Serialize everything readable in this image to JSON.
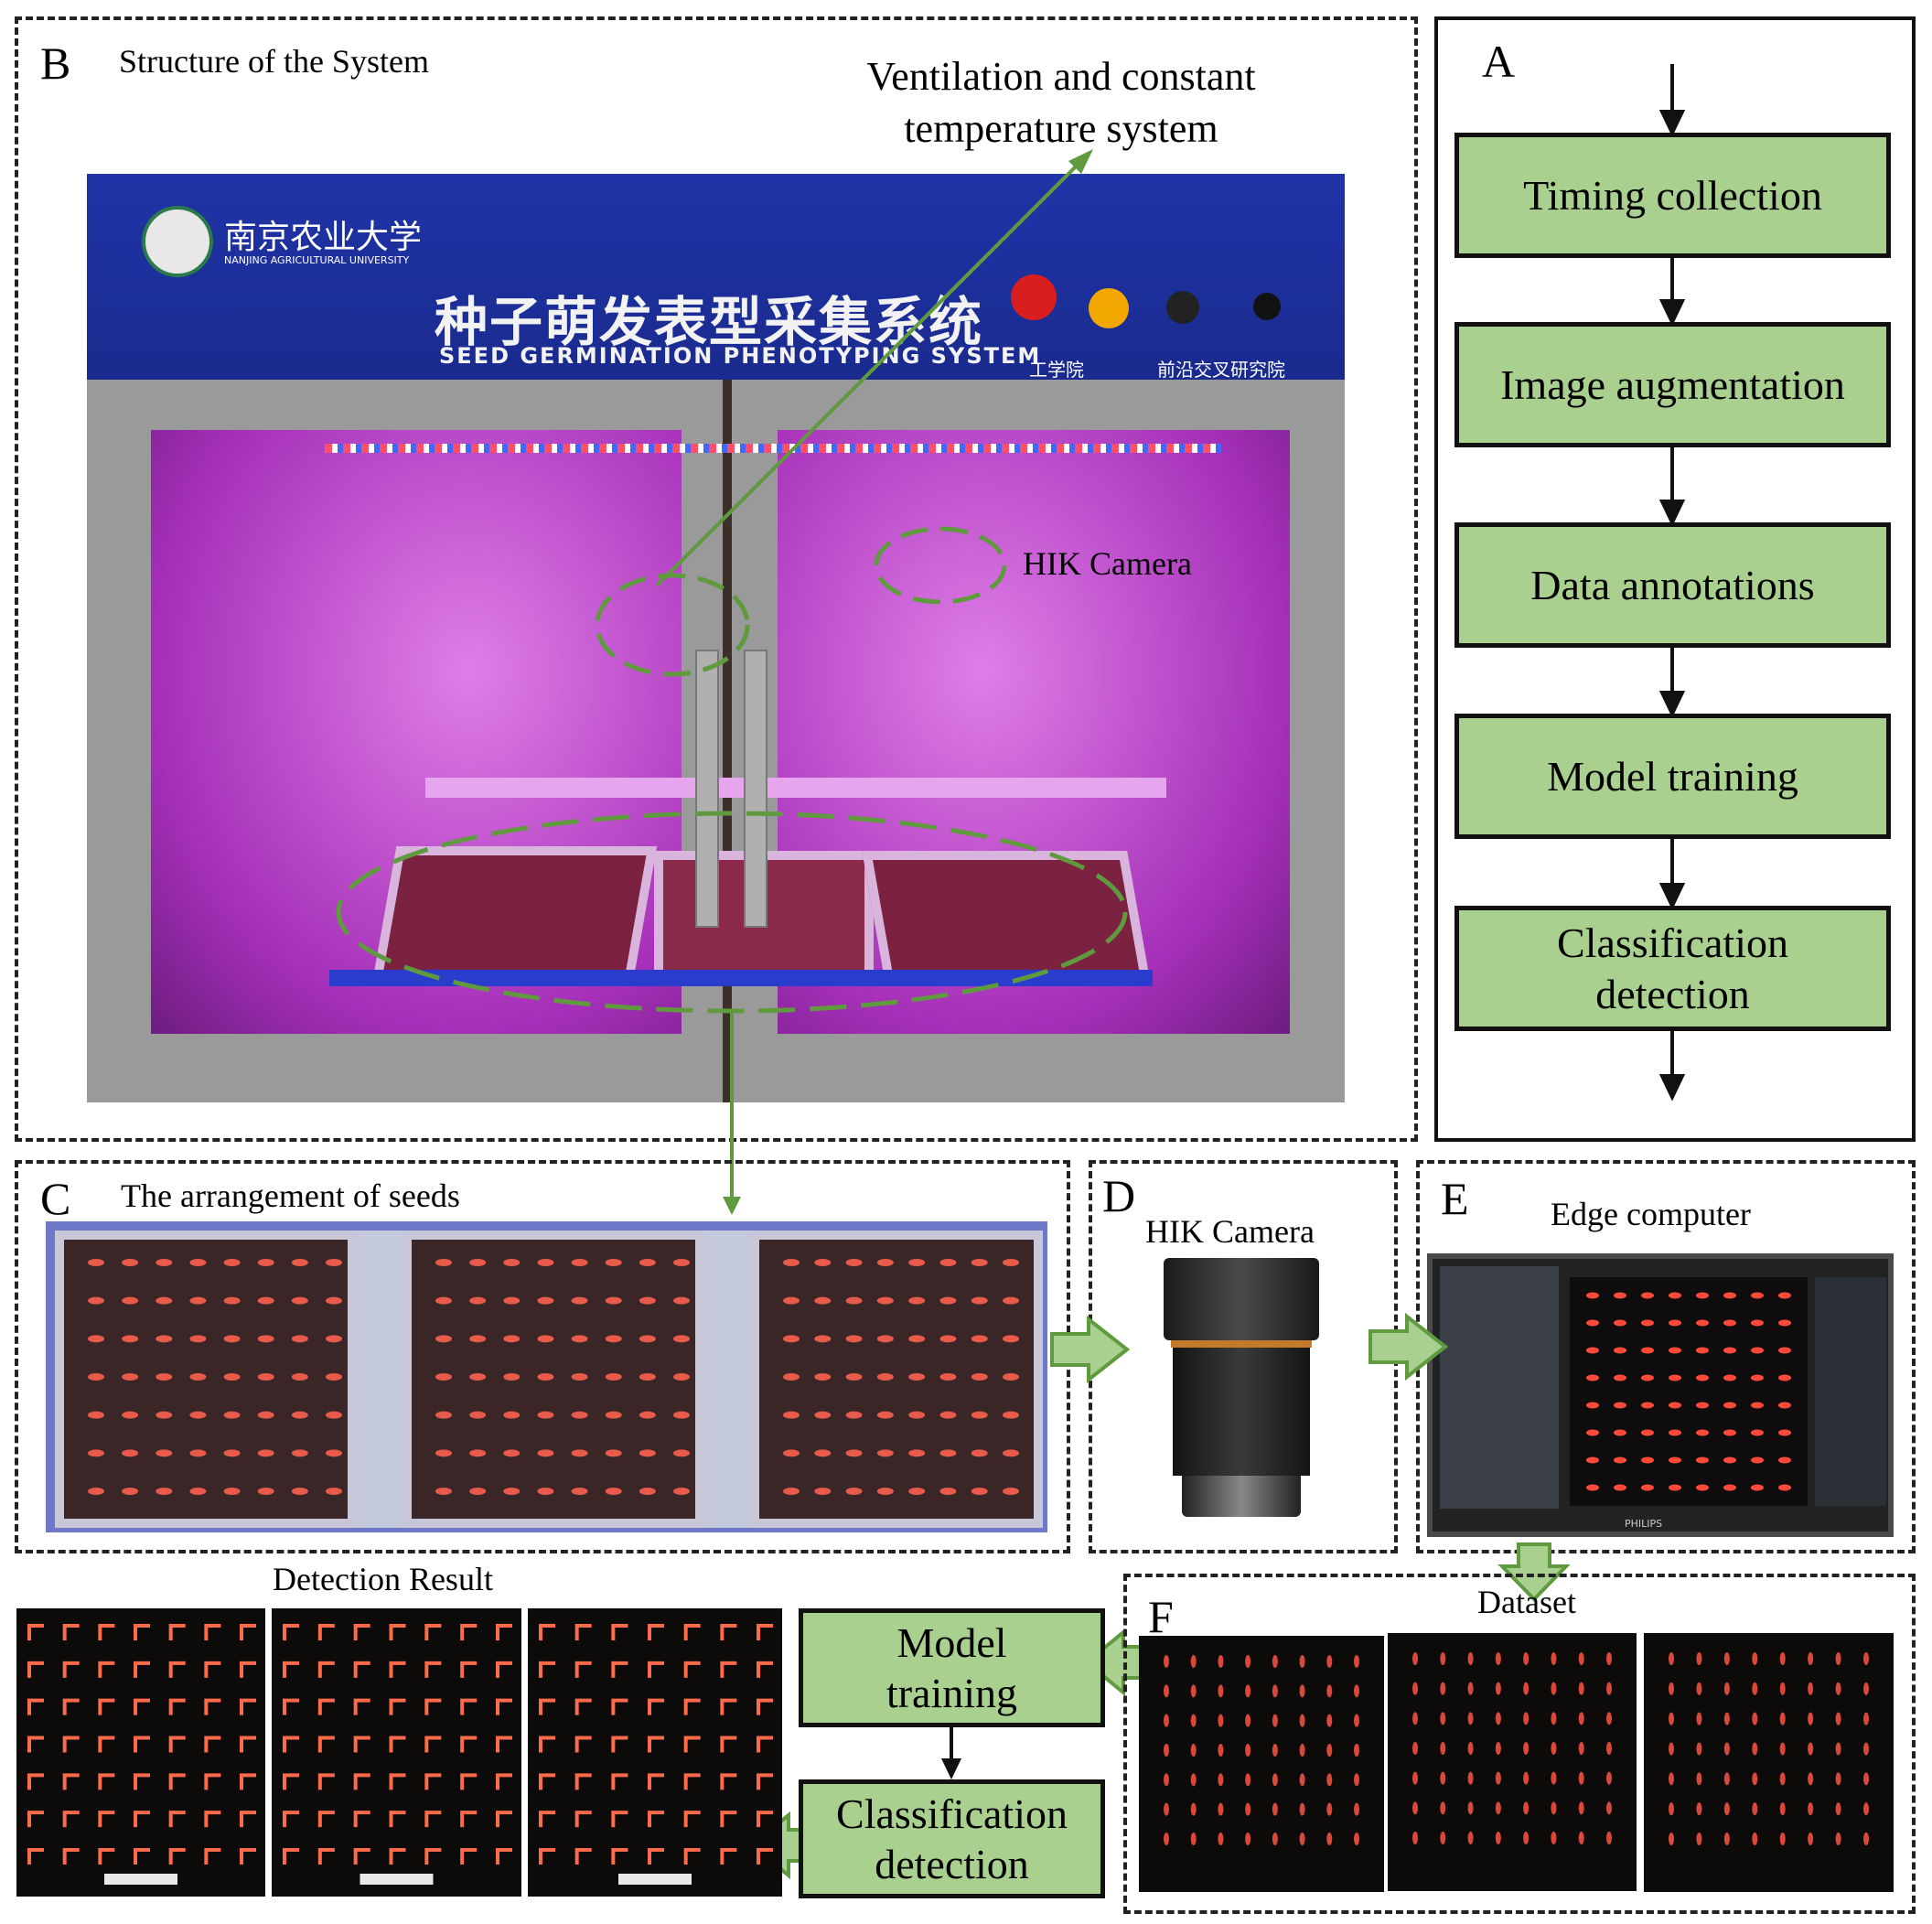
{
  "panel_a": {
    "letter": "A",
    "steps": [
      "Timing collection",
      "Image augmentation",
      "Data annotations",
      "Model training",
      "Classification detection"
    ]
  },
  "panel_b": {
    "letter": "B",
    "title": "Structure of the System",
    "ventilation_label": "Ventilation and constant temperature system",
    "camera_label": "HIK Camera",
    "machine_cn_title": "种子萌发表型采集系统",
    "machine_en_title": "SEED GERMINATION PHENOTYPING SYSTEM",
    "university_cn": "南京农业大学",
    "university_en": "NANJING AGRICULTURAL UNIVERSITY",
    "college_cn": "工学院",
    "academy_cn": "前沿交叉研究院"
  },
  "panel_c": {
    "letter": "C",
    "title": "The arrangement of seeds"
  },
  "panel_d": {
    "letter": "D",
    "title": "HIK Camera"
  },
  "panel_e": {
    "letter": "E",
    "title": "Edge computer",
    "monitor_brand": "PHILIPS"
  },
  "panel_f": {
    "letter": "F",
    "title": "Dataset"
  },
  "detection": {
    "title": "Detection Result",
    "model_training": "Model training",
    "classification": "Classification detection"
  },
  "colors": {
    "flow_fill": "#a9d08e",
    "arrow_fill": "#a9d08e",
    "arrow_line": "#5f9a3e",
    "chamber": "#c04ad0"
  }
}
